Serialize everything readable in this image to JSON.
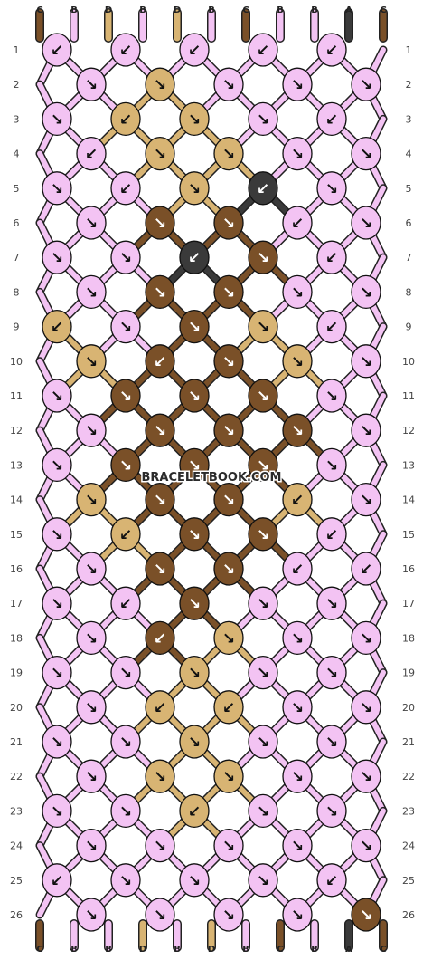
{
  "colors": {
    "A": "#3a3a3a",
    "B": "#f3c3f3",
    "C": "#7a5028",
    "D": "#d8b473"
  },
  "top_strands": [
    "C",
    "B",
    "D",
    "B",
    "D",
    "B",
    "C",
    "B",
    "B",
    "A",
    "C"
  ],
  "bottom_strands": [
    "C",
    "B",
    "B",
    "D",
    "B",
    "D",
    "B",
    "C",
    "B",
    "A",
    "C"
  ],
  "watermark": "BRACELETBOOK.COM",
  "rows": [
    {
      "n": "1",
      "knots": [
        [
          "B",
          "↙"
        ],
        [
          "B",
          "↙"
        ],
        [
          "B",
          "↙"
        ],
        [
          "B",
          "↙"
        ],
        [
          "B",
          "↙"
        ]
      ]
    },
    {
      "n": "2",
      "knots": [
        [
          "B",
          "↘"
        ],
        [
          "D",
          "↘"
        ],
        [
          "B",
          "↘"
        ],
        [
          "B",
          "↘"
        ],
        [
          "B",
          "↘"
        ]
      ]
    },
    {
      "n": "3",
      "knots": [
        [
          "B",
          "↘"
        ],
        [
          "D",
          "↙"
        ],
        [
          "D",
          "↘"
        ],
        [
          "B",
          "↘"
        ],
        [
          "B",
          "↙"
        ]
      ]
    },
    {
      "n": "4",
      "knots": [
        [
          "B",
          "↙"
        ],
        [
          "D",
          "↘"
        ],
        [
          "D",
          "↘"
        ],
        [
          "B",
          "↘"
        ],
        [
          "B",
          "↘"
        ]
      ]
    },
    {
      "n": "5",
      "knots": [
        [
          "B",
          "↘"
        ],
        [
          "B",
          "↙"
        ],
        [
          "D",
          "↘"
        ],
        [
          "A",
          "↙"
        ],
        [
          "B",
          "↘"
        ]
      ]
    },
    {
      "n": "6",
      "knots": [
        [
          "B",
          "↘"
        ],
        [
          "C",
          "↘"
        ],
        [
          "C",
          "↘"
        ],
        [
          "B",
          "↙"
        ],
        [
          "B",
          "↘"
        ]
      ]
    },
    {
      "n": "7",
      "knots": [
        [
          "B",
          "↘"
        ],
        [
          "B",
          "↘"
        ],
        [
          "A",
          "↙"
        ],
        [
          "C",
          "↘"
        ],
        [
          "B",
          "↙"
        ]
      ]
    },
    {
      "n": "8",
      "knots": [
        [
          "B",
          "↘"
        ],
        [
          "C",
          "↘"
        ],
        [
          "C",
          "↘"
        ],
        [
          "B",
          "↘"
        ],
        [
          "B",
          "↘"
        ]
      ]
    },
    {
      "n": "9",
      "knots": [
        [
          "D",
          "↙"
        ],
        [
          "B",
          "↘"
        ],
        [
          "C",
          "↘"
        ],
        [
          "D",
          "↘"
        ],
        [
          "B",
          "↙"
        ]
      ]
    },
    {
      "n": "10",
      "knots": [
        [
          "D",
          "↘"
        ],
        [
          "C",
          "↙"
        ],
        [
          "C",
          "↘"
        ],
        [
          "D",
          "↘"
        ],
        [
          "B",
          "↘"
        ]
      ]
    },
    {
      "n": "11",
      "knots": [
        [
          "B",
          "↘"
        ],
        [
          "C",
          "↘"
        ],
        [
          "C",
          "↘"
        ],
        [
          "C",
          "↘"
        ],
        [
          "B",
          "↘"
        ]
      ]
    },
    {
      "n": "12",
      "knots": [
        [
          "B",
          "↘"
        ],
        [
          "C",
          "↘"
        ],
        [
          "C",
          "↘"
        ],
        [
          "C",
          "↘"
        ],
        [
          "B",
          "↘"
        ]
      ]
    },
    {
      "n": "13",
      "knots": [
        [
          "B",
          "↘"
        ],
        [
          "C",
          "↘"
        ],
        [
          "C",
          "↘"
        ],
        [
          "C",
          "↘"
        ],
        [
          "B",
          "↘"
        ]
      ]
    },
    {
      "n": "14",
      "knots": [
        [
          "D",
          "↘"
        ],
        [
          "C",
          "↘"
        ],
        [
          "C",
          "↘"
        ],
        [
          "D",
          "↙"
        ],
        [
          "B",
          "↘"
        ]
      ]
    },
    {
      "n": "15",
      "knots": [
        [
          "B",
          "↘"
        ],
        [
          "D",
          "↙"
        ],
        [
          "C",
          "↘"
        ],
        [
          "C",
          "↘"
        ],
        [
          "B",
          "↙"
        ]
      ]
    },
    {
      "n": "16",
      "knots": [
        [
          "B",
          "↘"
        ],
        [
          "C",
          "↘"
        ],
        [
          "C",
          "↘"
        ],
        [
          "B",
          "↙"
        ],
        [
          "B",
          "↙"
        ]
      ]
    },
    {
      "n": "17",
      "knots": [
        [
          "B",
          "↘"
        ],
        [
          "B",
          "↙"
        ],
        [
          "C",
          "↘"
        ],
        [
          "B",
          "↘"
        ],
        [
          "B",
          "↘"
        ]
      ]
    },
    {
      "n": "18",
      "knots": [
        [
          "B",
          "↘"
        ],
        [
          "C",
          "↙"
        ],
        [
          "D",
          "↘"
        ],
        [
          "B",
          "↘"
        ],
        [
          "B",
          "↘"
        ]
      ]
    },
    {
      "n": "19",
      "knots": [
        [
          "B",
          "↘"
        ],
        [
          "B",
          "↘"
        ],
        [
          "D",
          "↘"
        ],
        [
          "B",
          "↘"
        ],
        [
          "B",
          "↘"
        ]
      ]
    },
    {
      "n": "20",
      "knots": [
        [
          "B",
          "↘"
        ],
        [
          "D",
          "↙"
        ],
        [
          "D",
          "↙"
        ],
        [
          "B",
          "↘"
        ],
        [
          "B",
          "↘"
        ]
      ]
    },
    {
      "n": "21",
      "knots": [
        [
          "B",
          "↘"
        ],
        [
          "B",
          "↘"
        ],
        [
          "D",
          "↘"
        ],
        [
          "B",
          "↘"
        ],
        [
          "B",
          "↘"
        ]
      ]
    },
    {
      "n": "22",
      "knots": [
        [
          "B",
          "↘"
        ],
        [
          "D",
          "↘"
        ],
        [
          "D",
          "↘"
        ],
        [
          "B",
          "↘"
        ],
        [
          "B",
          "↘"
        ]
      ]
    },
    {
      "n": "23",
      "knots": [
        [
          "B",
          "↘"
        ],
        [
          "B",
          "↘"
        ],
        [
          "D",
          "↙"
        ],
        [
          "B",
          "↘"
        ],
        [
          "B",
          "↘"
        ]
      ]
    },
    {
      "n": "24",
      "knots": [
        [
          "B",
          "↘"
        ],
        [
          "B",
          "↘"
        ],
        [
          "B",
          "↘"
        ],
        [
          "B",
          "↘"
        ],
        [
          "B",
          "↘"
        ]
      ]
    },
    {
      "n": "25",
      "knots": [
        [
          "B",
          "↙"
        ],
        [
          "B",
          "↘"
        ],
        [
          "B",
          "↘"
        ],
        [
          "B",
          "↘"
        ],
        [
          "B",
          "↙"
        ]
      ]
    },
    {
      "n": "26",
      "knots": [
        [
          "B",
          "↘"
        ],
        [
          "B",
          "↘"
        ],
        [
          "B",
          "↘"
        ],
        [
          "B",
          "↘"
        ],
        [
          "C",
          "↘"
        ]
      ]
    }
  ]
}
